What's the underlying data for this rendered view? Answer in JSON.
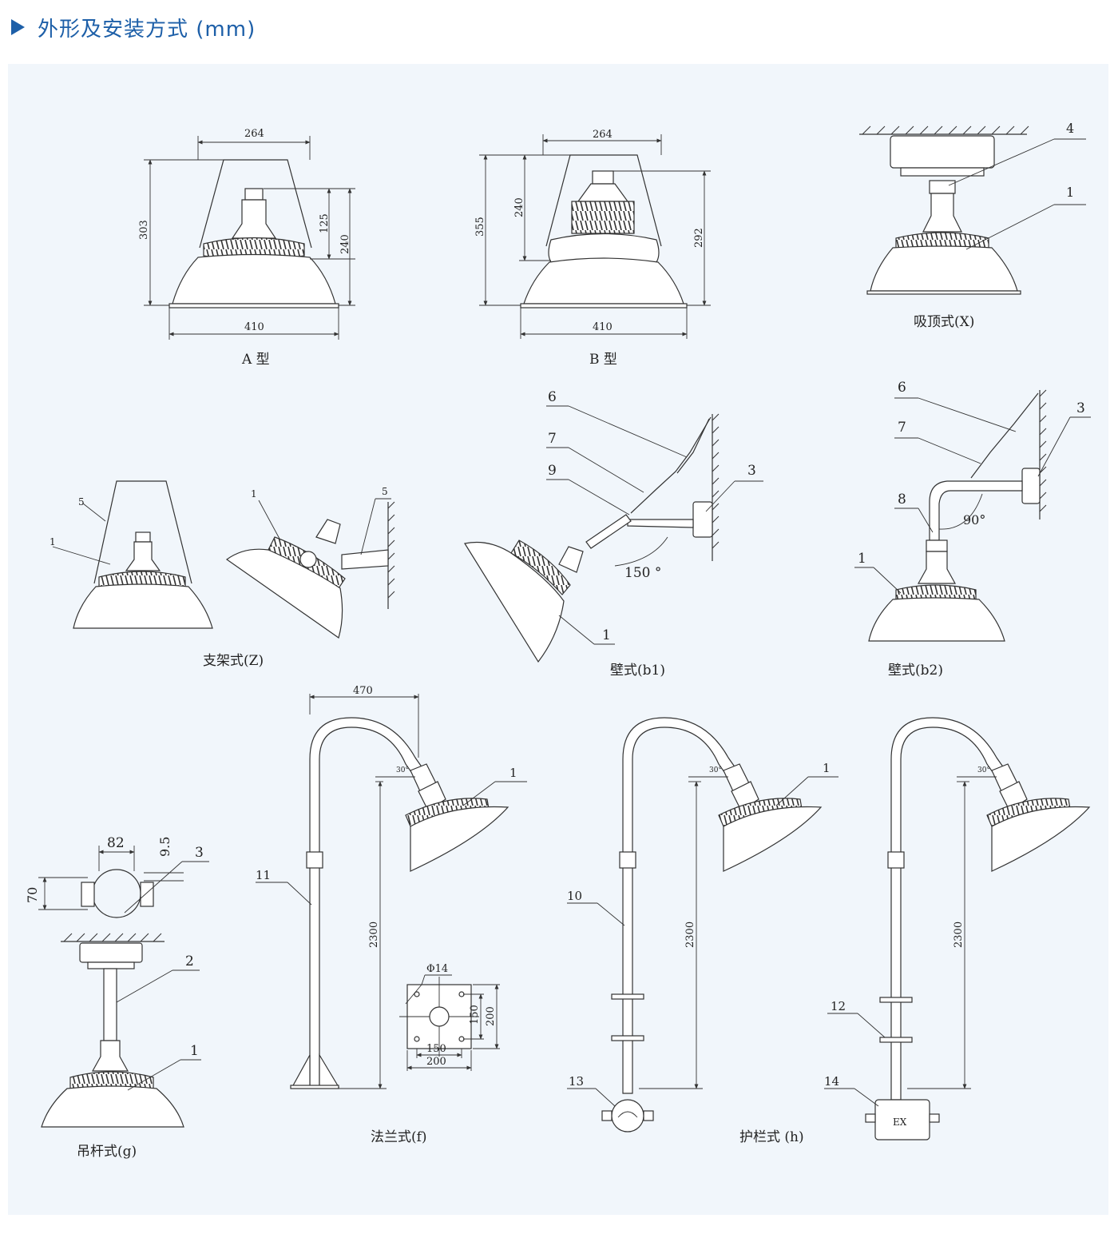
{
  "header": {
    "title": "外形及安装方式 (mm)"
  },
  "colors": {
    "accent": "#1d5fa8",
    "panel": "#f1f6fb",
    "line": "#333333"
  },
  "fig_a": {
    "caption": "A 型",
    "dim_top": "264",
    "dim_bottom": "410",
    "dim_height": "303",
    "dim_125": "125",
    "dim_240": "240"
  },
  "fig_b": {
    "caption": "B 型",
    "dim_top": "264",
    "dim_bottom": "410",
    "dim_355": "355",
    "dim_240": "240",
    "dim_292": "292"
  },
  "fig_x": {
    "caption": "吸顶式(X)",
    "l4": "4",
    "l1": "1"
  },
  "fig_z": {
    "caption": "支架式(Z)",
    "l5a": "5",
    "l1a": "1",
    "l1b": "1",
    "l5b": "5"
  },
  "fig_b1": {
    "caption": "壁式(b1)",
    "l6": "6",
    "l7": "7",
    "l9": "9",
    "l3": "3",
    "l1": "1",
    "angle": "150 °"
  },
  "fig_b2": {
    "caption": "壁式(b2)",
    "l6": "6",
    "l7": "7",
    "l3": "3",
    "l8": "8",
    "l1": "1",
    "angle": "90°"
  },
  "fig_g": {
    "caption": "吊杆式(g)",
    "d82": "82",
    "d95": "9.5",
    "l3": "3",
    "d70": "70",
    "l2": "2",
    "l1": "1"
  },
  "fig_f": {
    "caption": "法兰式(f)",
    "d470": "470",
    "a30": "30°",
    "l1": "1",
    "l11": "11",
    "d2300": "2300",
    "phi": "Φ14",
    "d150h": "150",
    "d200h": "200",
    "d150v": "150",
    "d200v": "200"
  },
  "fig_h": {
    "caption": "护栏式 (h)",
    "a30a": "30°",
    "l1a": "1",
    "l10": "10",
    "d2300a": "2300",
    "l13": "13",
    "a30b": "30°",
    "d2300b": "2300",
    "l12": "12",
    "l14": "14",
    "box_label": "EX"
  }
}
